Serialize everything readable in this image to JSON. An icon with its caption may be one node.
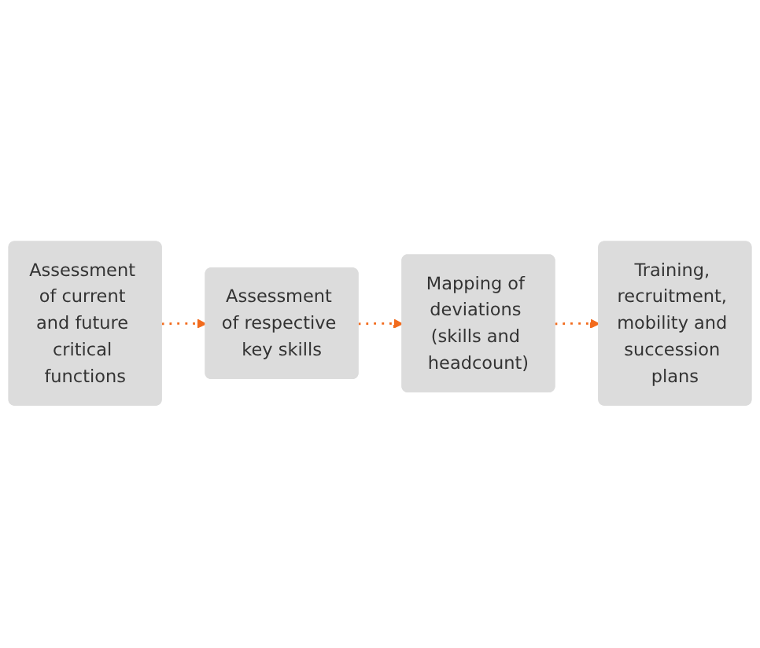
{
  "diagram": {
    "nodes": [
      {
        "text": [
          "Assessment of current and future critical functions"
        ]
      },
      {
        "text": [
          "Assessment of respective key skills"
        ]
      },
      {
        "text": [
          "Mapping of deviations (skills and headcount)"
        ]
      },
      {
        "text": [
          "Training, recruitment, mobility and succession plans"
        ]
      }
    ],
    "edges": [
      {
        "from": 0,
        "to": 1,
        "arrow": "to",
        "style": "dashed",
        "color": "#f26b1d"
      },
      {
        "from": 1,
        "to": 2,
        "arrow": "to",
        "style": "dashed",
        "color": "#f26b1d"
      },
      {
        "from": 2,
        "to": 3,
        "arrow": "to",
        "style": "dashed",
        "color": "#f26b1d"
      }
    ]
  }
}
